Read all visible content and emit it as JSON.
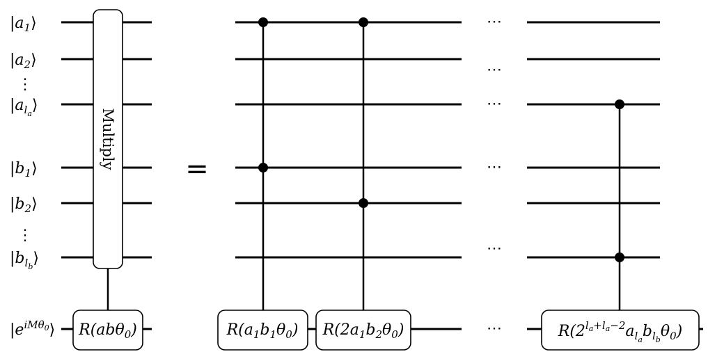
{
  "diagram": {
    "kets": {
      "a1": [
        "|",
        "a",
        "1",
        "⟩"
      ],
      "a2": [
        "|",
        "a",
        "2",
        "⟩"
      ],
      "ala": [
        "|",
        "a",
        "l",
        "a",
        "⟩"
      ],
      "b1": [
        "|",
        "b",
        "1",
        "⟩"
      ],
      "b2": [
        "|",
        "b",
        "2",
        "⟩"
      ],
      "blb": [
        "|",
        "b",
        "l",
        "b",
        "⟩"
      ],
      "phase": [
        "|",
        "e",
        "iMθ",
        "0",
        "⟩"
      ]
    },
    "vdots": "⋮",
    "multiply_label": "Multiply",
    "equals": "=",
    "hdots": "⋯",
    "gates": {
      "r_ab": [
        "R(",
        "ab",
        "θ",
        "0",
        ")"
      ],
      "r_a1b1": [
        "R(",
        "a",
        "1",
        "b",
        "1",
        "θ",
        "0",
        ")"
      ],
      "r_2a1b2": [
        "R(2",
        "a",
        "1",
        "b",
        "2",
        "θ",
        "0",
        ")"
      ],
      "r_last": [
        "R(2",
        "l",
        "a",
        "+",
        "l",
        "a",
        "−2",
        "a",
        "l",
        "a",
        "b",
        "l",
        "b",
        "θ",
        "0",
        ")"
      ]
    }
  }
}
